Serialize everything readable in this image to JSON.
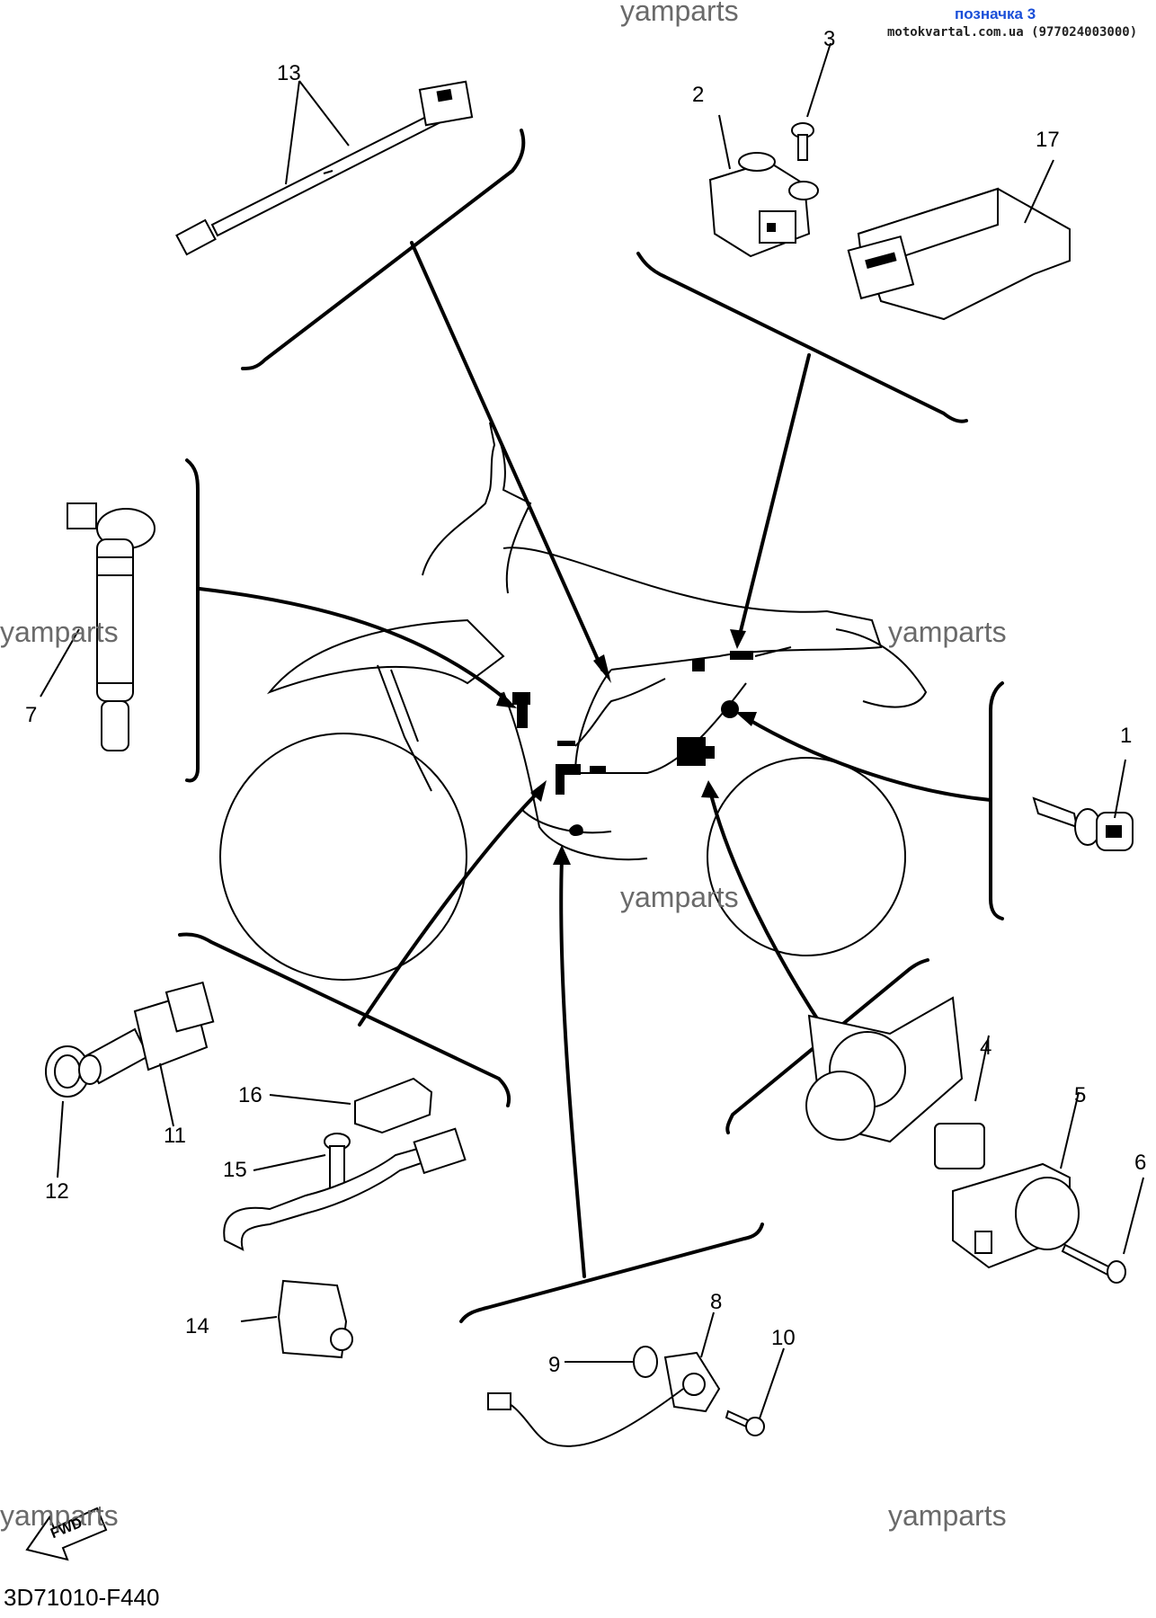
{
  "header": {
    "label_note": "позначка 3",
    "site": "motokvartal.com.ua (977024003000)"
  },
  "watermarks": [
    "yamparts",
    "yamparts",
    "yamparts",
    "yamparts",
    "yamparts",
    "yamparts"
  ],
  "callouts": [
    "13",
    "2",
    "3",
    "17",
    "7",
    "1",
    "4",
    "5",
    "6",
    "16",
    "11",
    "12",
    "15",
    "14",
    "8",
    "9",
    "10"
  ],
  "fwd_label": "FWD",
  "diagram_code": "3D71010-F440",
  "colors": {
    "note": "#1a4fd8",
    "watermark": "#6a6a6a",
    "ink": "#000000"
  }
}
